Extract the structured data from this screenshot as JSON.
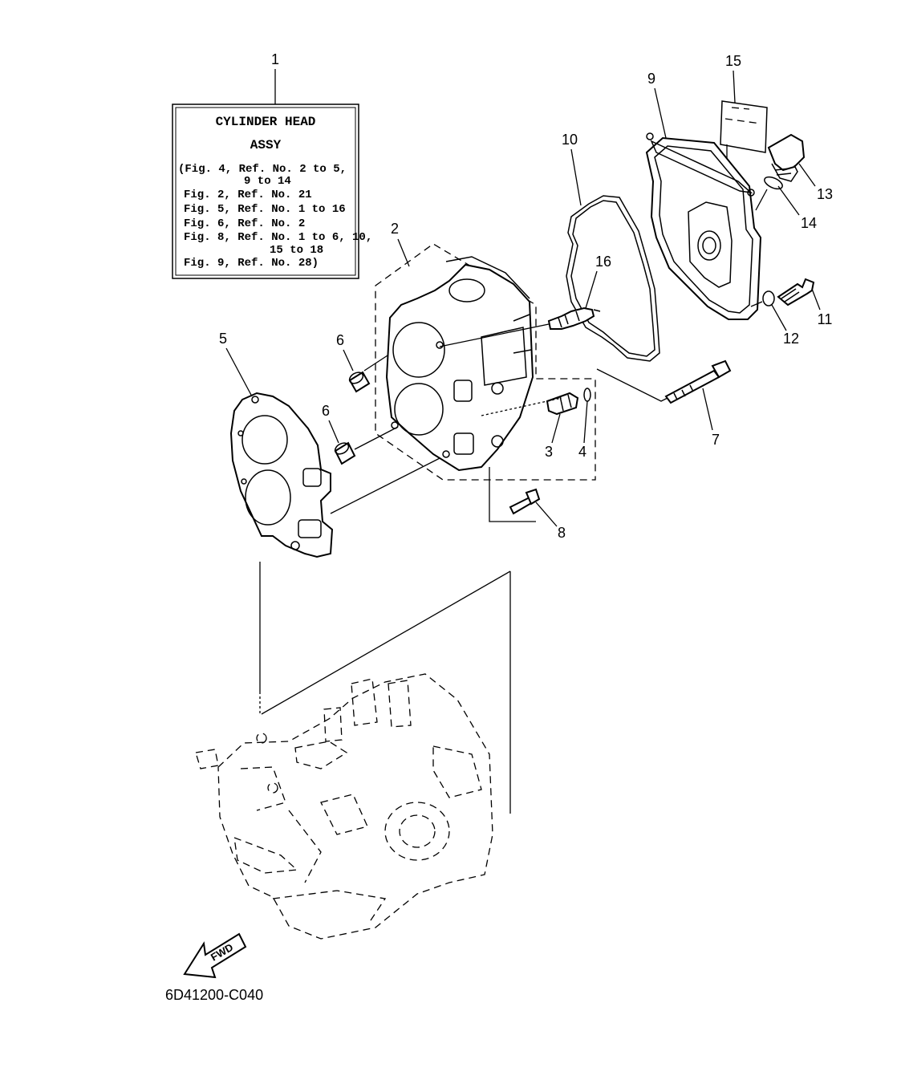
{
  "assembly_note": {
    "title_line1": "CYLINDER HEAD",
    "title_line2": "ASSY",
    "lines": [
      "(Fig. 4, Ref. No. 2 to 5,",
      "9 to 14",
      "Fig. 2, Ref. No. 21",
      "Fig. 5, Ref. No. 1 to 16",
      "Fig. 6, Ref. No. 2",
      "Fig. 8, Ref. No. 1 to 6, 10,",
      "15 to 18",
      "Fig. 9, Ref. No. 28)"
    ]
  },
  "callouts": {
    "c1": "1",
    "c2": "2",
    "c3": "3",
    "c4": "4",
    "c5": "5",
    "c6a": "6",
    "c6b": "6",
    "c7": "7",
    "c8": "8",
    "c9": "9",
    "c10": "10",
    "c11": "11",
    "c12": "12",
    "c13": "13",
    "c14": "14",
    "c15": "15",
    "c16": "16"
  },
  "fwd_label": "FWD",
  "drawing_code": "6D41200-C040"
}
